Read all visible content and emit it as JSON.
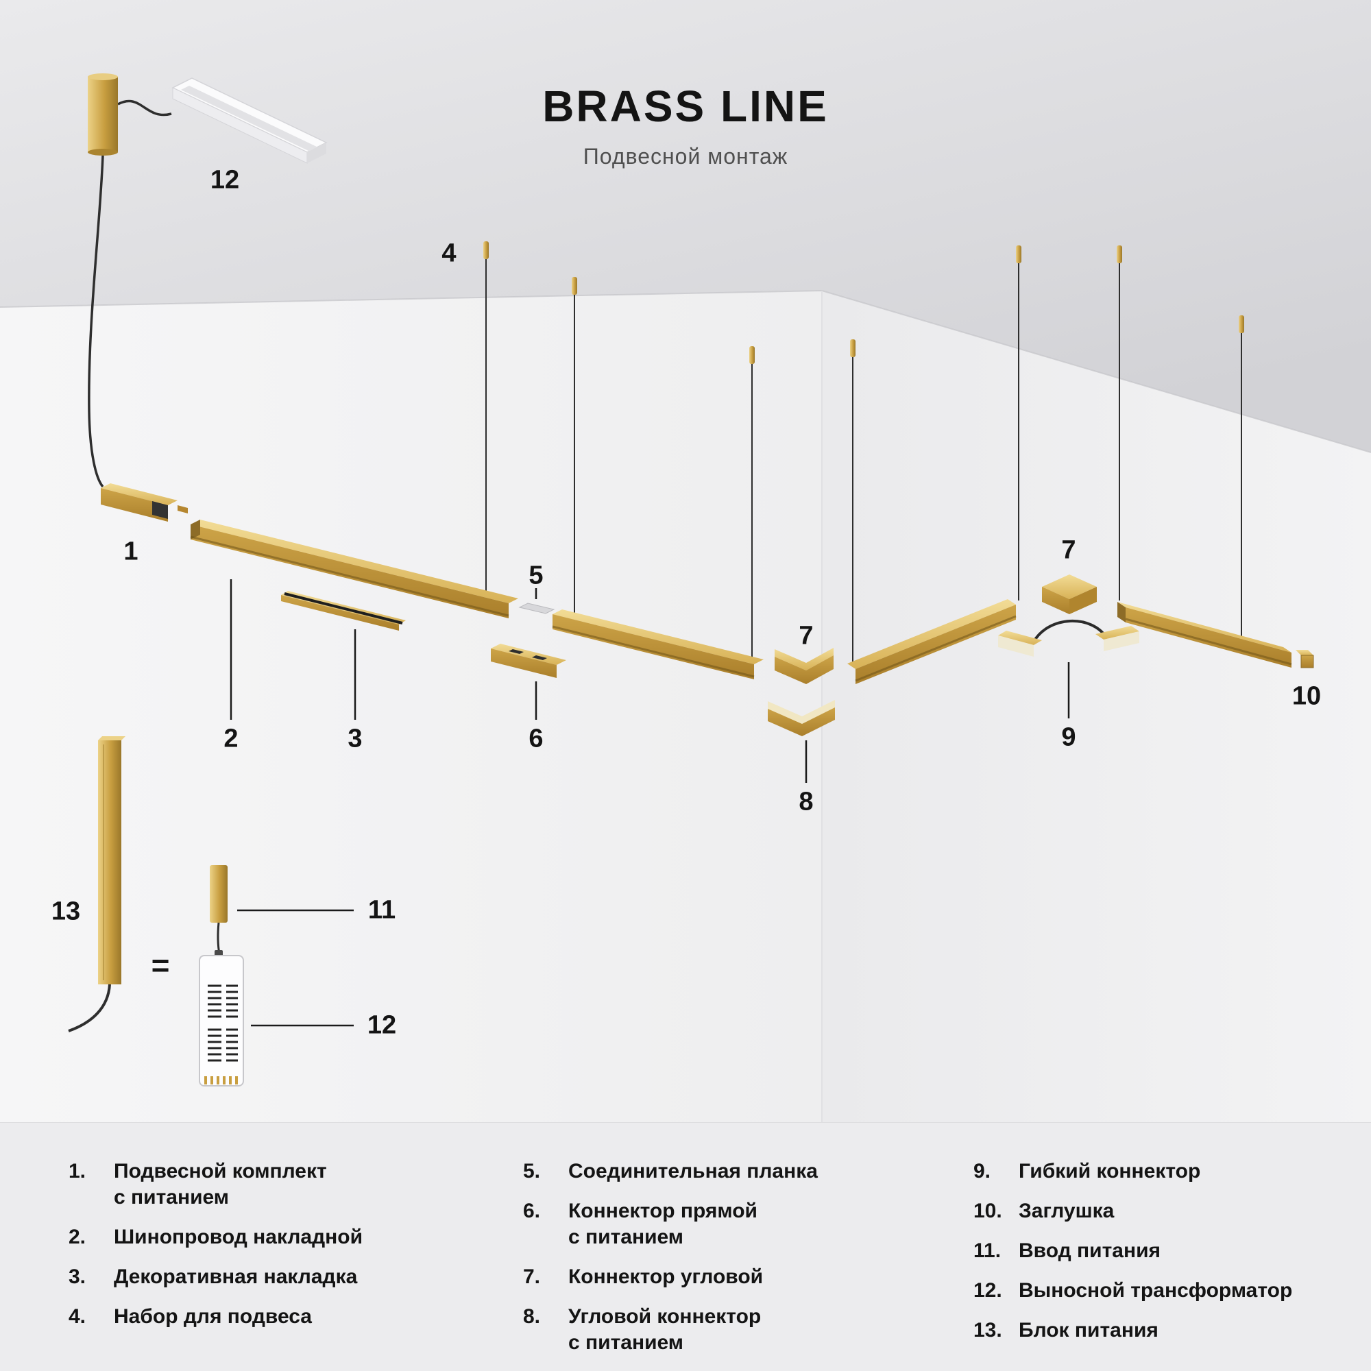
{
  "header": {
    "title": "BRASS LINE",
    "subtitle": "Подвесной монтаж"
  },
  "colors": {
    "brass": "#c89e40",
    "brass_light": "#ecd287",
    "brass_dark": "#8d6c27",
    "cable": "#2e2e2e",
    "text": "#141414",
    "legend_background": "#ececee"
  },
  "scene": {
    "callouts": {
      "profile_transformer": "12",
      "suspension_kit": "4",
      "feed": "1",
      "track": "2",
      "cover": "3",
      "plate": "5",
      "straight_connector": "6",
      "corner_left": "7",
      "corner_powered": "8",
      "corner_right": "7",
      "flex_connector": "9",
      "end_cap": "10",
      "power_bar": "13",
      "power_input": "11",
      "transformer": "12",
      "equals": "="
    }
  },
  "legend": {
    "columns": [
      {
        "items": [
          {
            "num": "1.",
            "label": "Подвесной комплект\nс питанием"
          },
          {
            "num": "2.",
            "label": "Шинопровод накладной"
          },
          {
            "num": "3.",
            "label": "Декоративная накладка"
          },
          {
            "num": "4.",
            "label": "Набор для подвеса"
          }
        ]
      },
      {
        "items": [
          {
            "num": "5.",
            "label": "Соединительная планка"
          },
          {
            "num": "6.",
            "label": "Коннектор прямой\nс питанием"
          },
          {
            "num": "7.",
            "label": "Коннектор угловой"
          },
          {
            "num": "8.",
            "label": "Угловой коннектор\nс питанием"
          }
        ]
      },
      {
        "items": [
          {
            "num": "9.",
            "label": "Гибкий коннектор"
          },
          {
            "num": "10.",
            "label": "Заглушка"
          },
          {
            "num": "11.",
            "label": "Ввод питания"
          },
          {
            "num": "12.",
            "label": "Выносной трансформатор"
          },
          {
            "num": "13.",
            "label": "Блок питания"
          }
        ]
      }
    ]
  }
}
